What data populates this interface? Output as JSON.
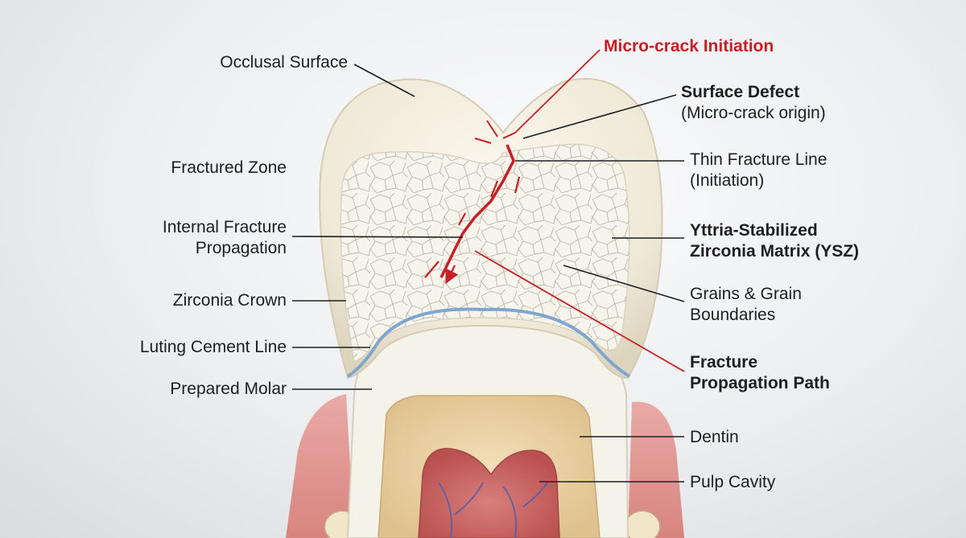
{
  "left_labels": {
    "occlusal_surface": "Occlusal Surface",
    "fractured_zone": "Fractured  Zone",
    "internal_fracture_line1": "Internal Fracture",
    "internal_fracture_line2": "Propagation",
    "zirconia_crown": "Zirconia Crown",
    "luting_cement": "Luting Cement Line",
    "prepared_molar": "Prepared Molar"
  },
  "right_labels": {
    "micro_crack": "Micro-crack Initiation",
    "surface_defect_title": "Surface Defect",
    "surface_defect_sub": "(Micro-crack origin)",
    "thin_fracture_line1": "Thin Fracture Line",
    "thin_fracture_line2": "(Initiation)",
    "ysz_line1": "Yttria-Stabilized",
    "ysz_line2": "Zirconia Matrix (YSZ)",
    "grains_line1": "Grains & Grain",
    "grains_line2": "Boundaries",
    "fpp_line1": "Fracture",
    "fpp_line2": "Propagation Path",
    "dentin": "Dentin",
    "pulp_cavity": "Pulp Cavity"
  },
  "colors": {
    "crack_red": "#c81e24",
    "cement_blue": "#7ea6cf",
    "crown_ivory": "#f3efe2",
    "dentin": "#ecd3a6",
    "gum_pink": "#e8a0a0"
  }
}
